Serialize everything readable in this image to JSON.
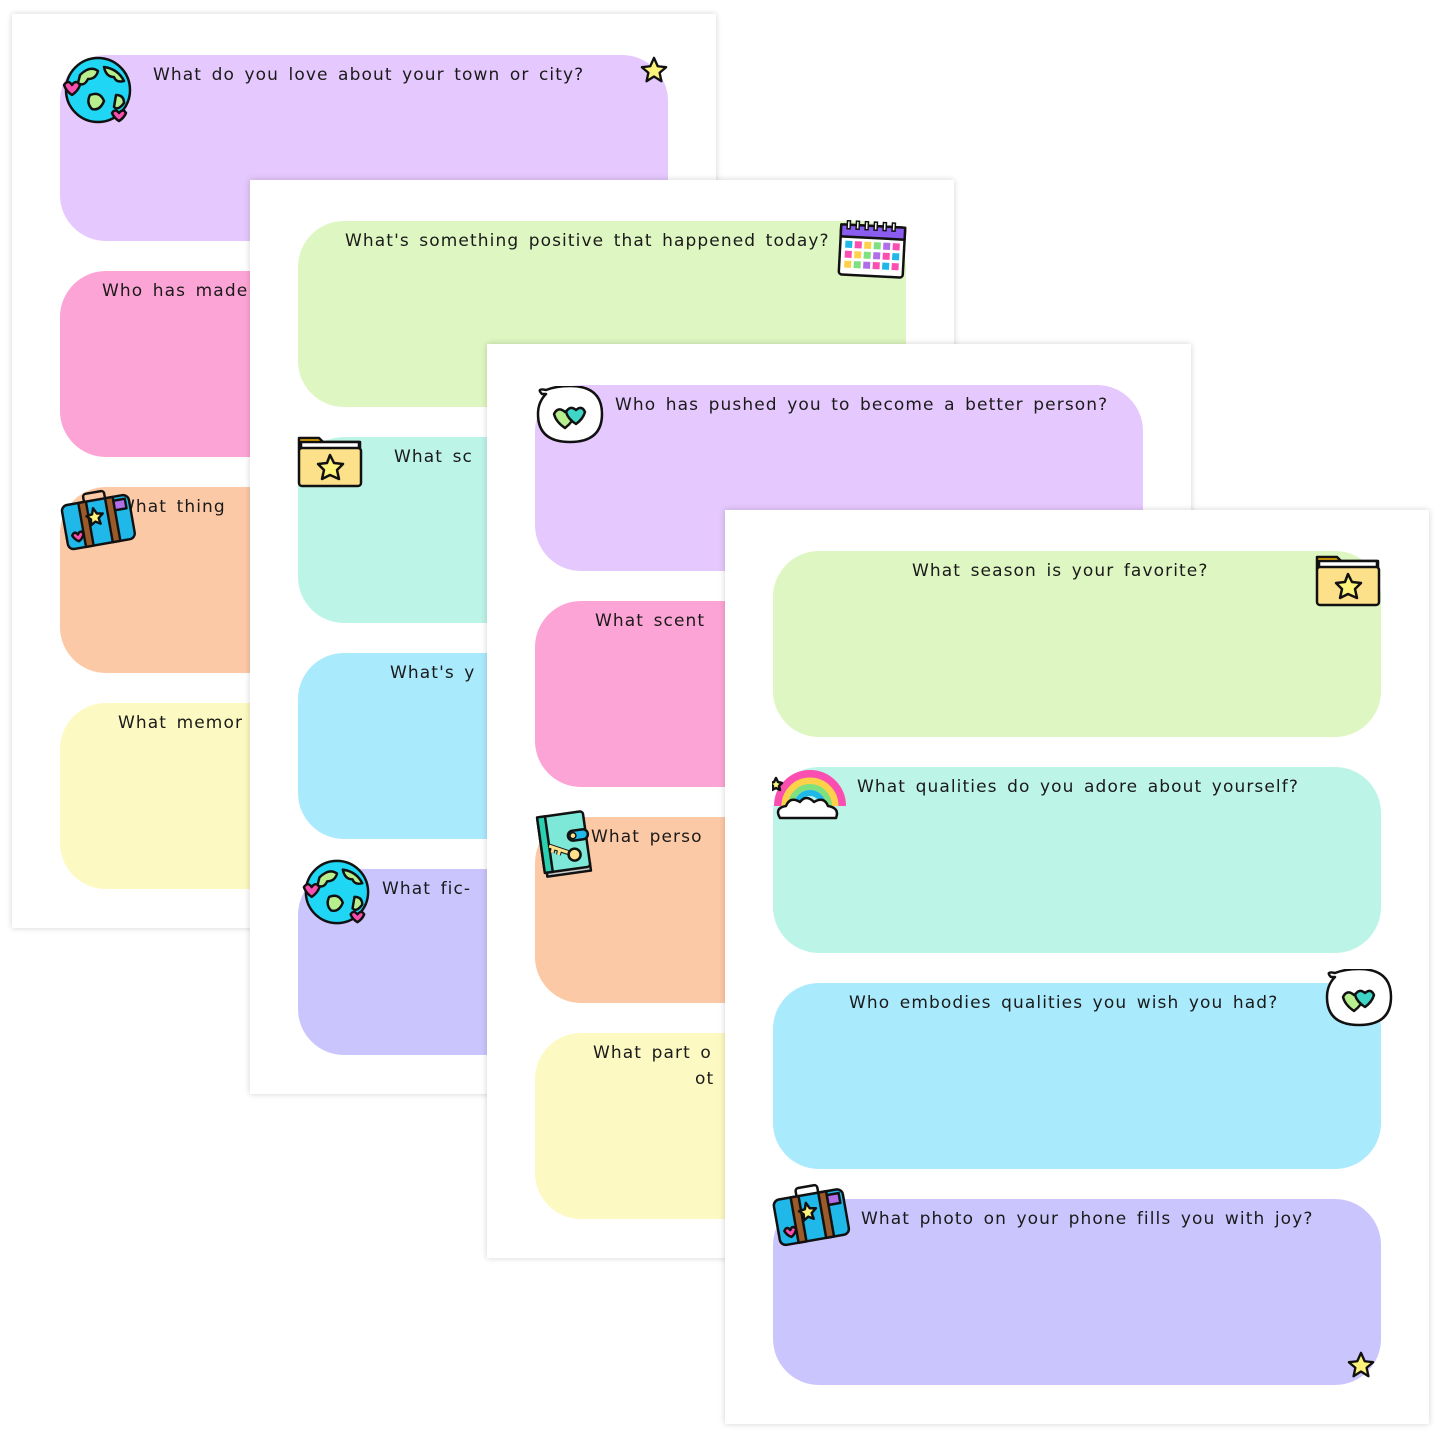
{
  "colors": {
    "purple": "#e5c8fd",
    "pink": "#fda4d6",
    "peach": "#fcc9a6",
    "yellow": "#fdf9c2",
    "green": "#def6c1",
    "mint": "#bdf4e8",
    "blue": "#aaeafd",
    "lavender": "#cbc5fd"
  },
  "pages": [
    {
      "prompts": [
        {
          "text": "What do you love about your town or city?",
          "color": "purple"
        },
        {
          "text": "Who has made",
          "color": "pink"
        },
        {
          "text": "What thing",
          "color": "peach"
        },
        {
          "text": "What memor",
          "color": "yellow"
        }
      ],
      "icons": [
        "globe-icon",
        "star-icon",
        "suitcase-icon"
      ]
    },
    {
      "prompts": [
        {
          "text": "What's something positive that happened today?",
          "color": "green"
        },
        {
          "text": "What sc",
          "color": "mint"
        },
        {
          "text": "What's y",
          "color": "blue"
        },
        {
          "text": "What fic-",
          "color": "lavender"
        }
      ],
      "icons": [
        "calendar-icon",
        "folder-star-icon",
        "globe-icon"
      ]
    },
    {
      "prompts": [
        {
          "text": "Who has pushed you to become a better person?",
          "color": "purple"
        },
        {
          "text": "What scent",
          "color": "pink"
        },
        {
          "text": "What perso",
          "color": "peach"
        },
        {
          "text": "What part o",
          "text2": "ot",
          "color": "yellow"
        }
      ],
      "icons": [
        "heart-bubble-icon",
        "book-key-icon"
      ]
    },
    {
      "prompts": [
        {
          "text": "What season is your favorite?",
          "color": "green"
        },
        {
          "text": "What qualities do you adore about yourself?",
          "color": "mint"
        },
        {
          "text": "Who embodies qualities you wish you had?",
          "color": "blue"
        },
        {
          "text": "What photo on your phone fills you with joy?",
          "color": "lavender"
        }
      ],
      "icons": [
        "folder-star-icon",
        "rainbow-icon",
        "heart-bubble-icon",
        "suitcase-icon",
        "star-icon"
      ]
    }
  ]
}
